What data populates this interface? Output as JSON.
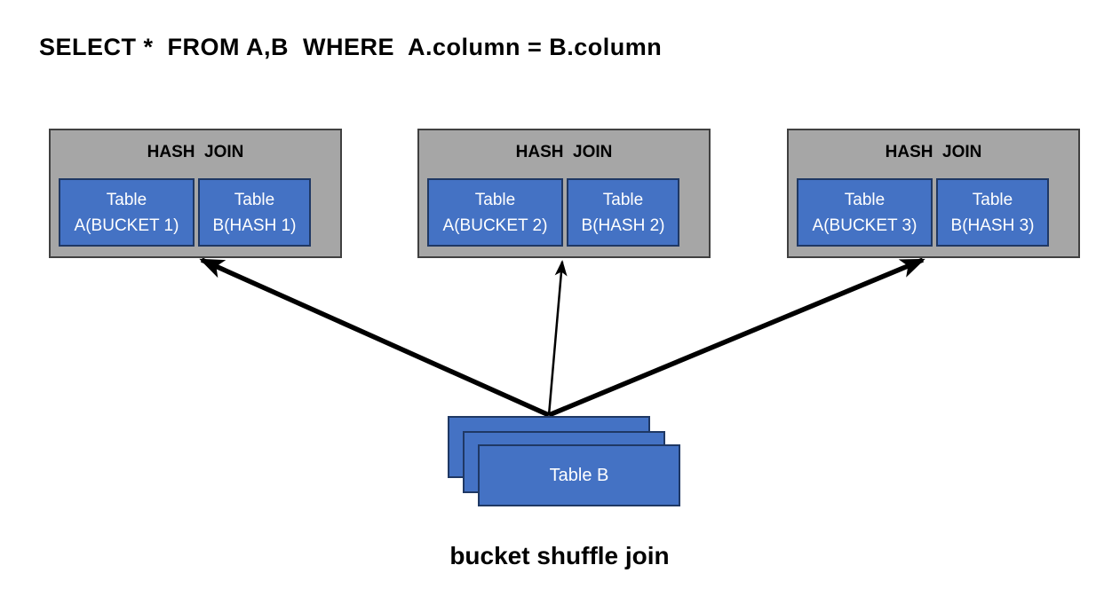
{
  "title": "SELECT *  FROM A,B  WHERE  A.column = B.column",
  "caption": "bucket shuffle join",
  "hash_joins": [
    {
      "label": "HASH  JOIN",
      "table_a": {
        "line1": "Table",
        "line2": "A(BUCKET 1)"
      },
      "table_b": {
        "line1": "Table",
        "line2": "B(HASH 1)"
      }
    },
    {
      "label": "HASH  JOIN",
      "table_a": {
        "line1": "Table",
        "line2": "A(BUCKET 2)"
      },
      "table_b": {
        "line1": "Table",
        "line2": "B(HASH 2)"
      }
    },
    {
      "label": "HASH  JOIN",
      "table_a": {
        "line1": "Table",
        "line2": "A(BUCKET 3)"
      },
      "table_b": {
        "line1": "Table",
        "line2": "B(HASH 3)"
      }
    }
  ],
  "source_table": {
    "label": "Table B"
  },
  "colors": {
    "background": "#ffffff",
    "hash_join_fill": "#a6a6a6",
    "hash_join_border": "#404040",
    "table_fill": "#4472c4",
    "table_border": "#1f3864",
    "table_text": "#ffffff",
    "arrow": "#000000",
    "text": "#000000"
  }
}
